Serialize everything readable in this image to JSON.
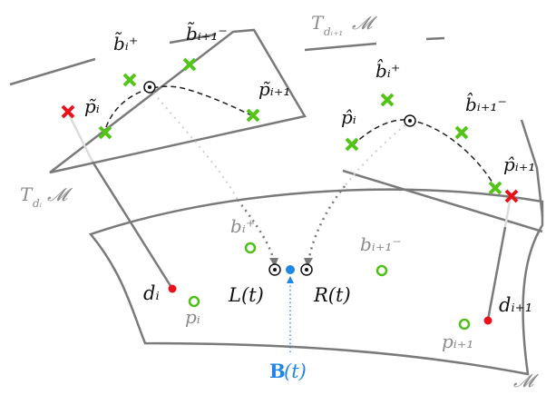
{
  "colors": {
    "surface_stroke": "#7a7a7a",
    "green_cross": "#55c41a",
    "green_circle": "#4fbf1a",
    "red": "#e8121b",
    "blue": "#1f86e8",
    "gray_text": "#8c8c8c",
    "black_text": "#111111"
  },
  "labels": {
    "manifold": "𝓜",
    "tangent_left_T": "T",
    "tangent_left_sub": "dᵢ",
    "tangent_left_M": "𝓜",
    "tangent_right_T": "T",
    "tangent_right_sub": "dᵢ₊₁",
    "tangent_right_M": "𝓜",
    "tilde_p_i": "p̃ᵢ",
    "tilde_b_plus": "b̃ᵢ⁺",
    "tilde_b_minus": "b̃ᵢ₊₁⁻",
    "tilde_p_i1": "p̃ᵢ₊₁",
    "hat_p_i": "p̂ᵢ",
    "hat_b_plus": "b̂ᵢ⁺",
    "hat_b_minus": "b̂ᵢ₊₁⁻",
    "hat_p_i1": "p̂ᵢ₊₁",
    "b_plus": "bᵢ⁺",
    "b_minus": "bᵢ₊₁⁻",
    "d_i": "dᵢ",
    "d_i1": "dᵢ₊₁",
    "p_i": "pᵢ",
    "p_i1": "pᵢ₊₁",
    "L_t": "L(t)",
    "R_t": "R(t)",
    "B_bold": "B",
    "B_arg": "(t)"
  }
}
